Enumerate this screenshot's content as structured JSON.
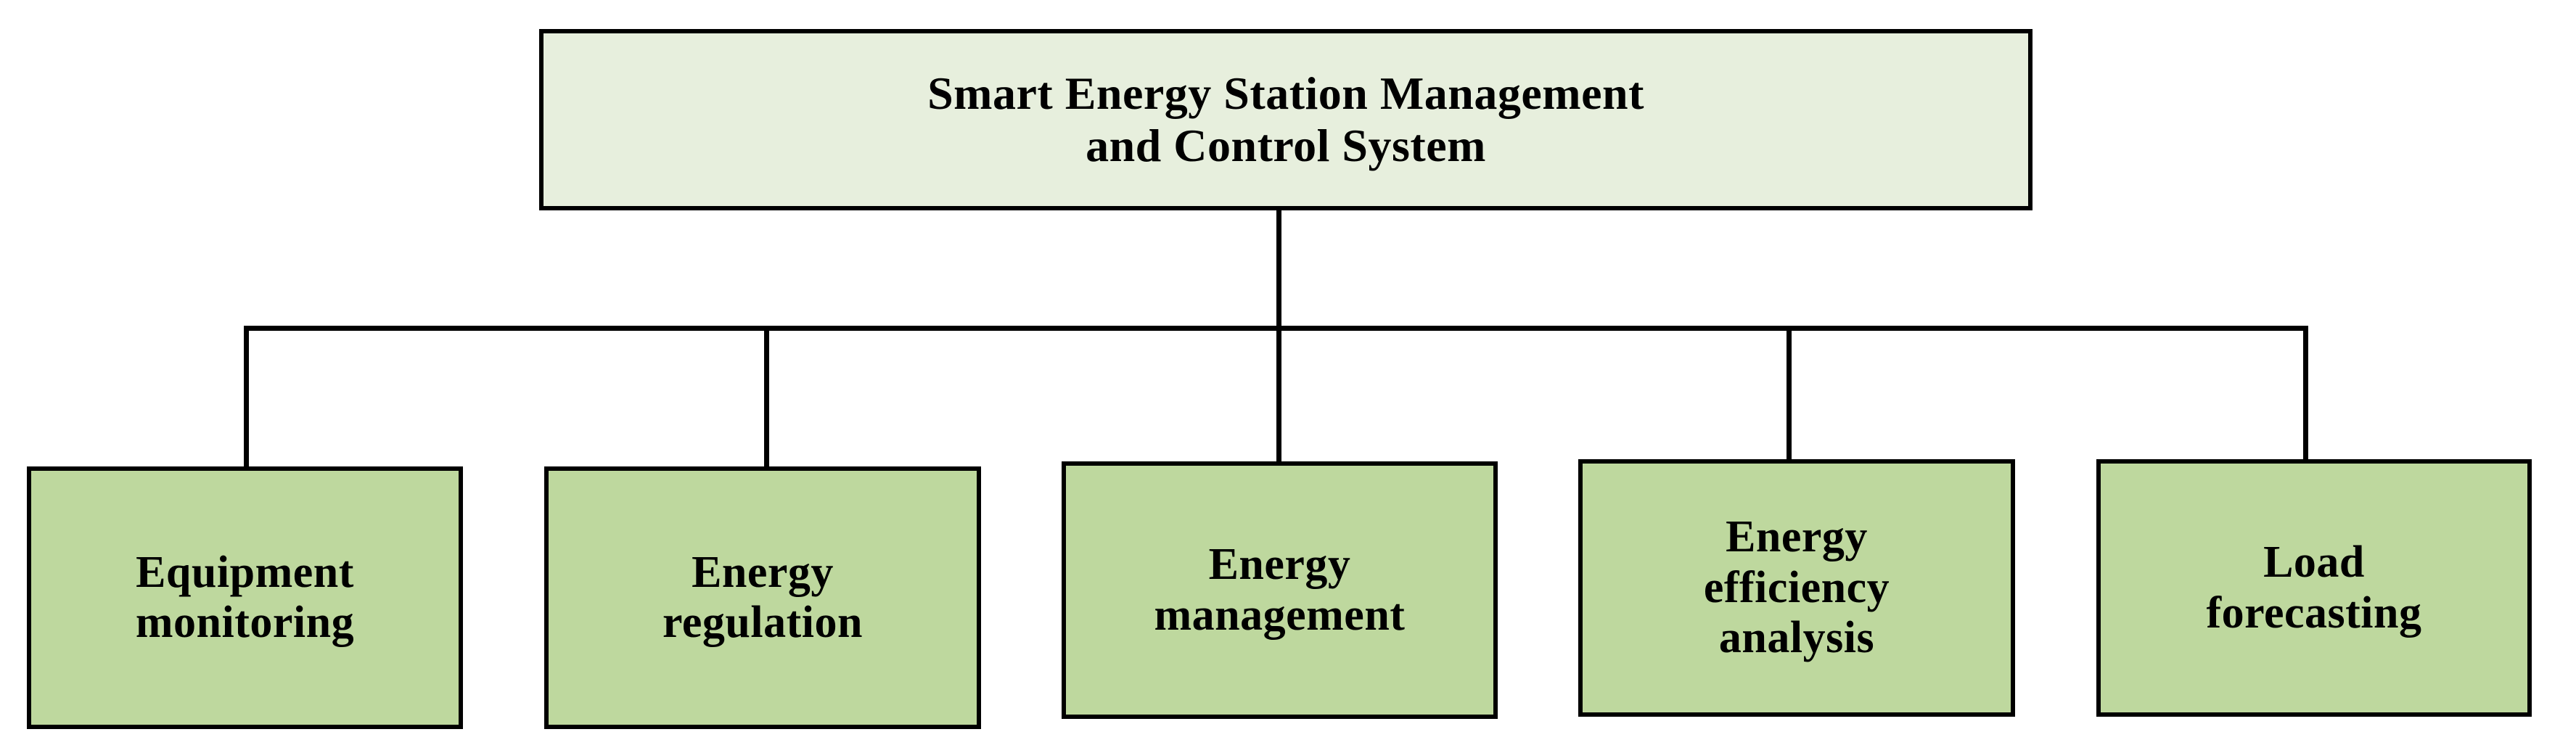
{
  "diagram": {
    "type": "hierarchy-tree",
    "orientation": "top-down",
    "levels": 2,
    "colors": {
      "root_fill": "#e7efdd",
      "leaf_fill": "#bed89e",
      "border": "#000000",
      "connector": "#000000",
      "background": "#ffffff",
      "text": "#000000"
    },
    "root": {
      "id": "smart-energy-station-management-and-control-system",
      "label": "Smart Energy Station Management\nand Control System",
      "line1": "Smart Energy Station Management",
      "line2": "and Control System"
    },
    "children": [
      {
        "id": "equipment-monitoring",
        "label": "Equipment\nmonitoring",
        "line1": "Equipment",
        "line2": "monitoring"
      },
      {
        "id": "energy-regulation",
        "label": "Energy\nregulation",
        "line1": "Energy",
        "line2": "regulation"
      },
      {
        "id": "energy-management",
        "label": "Energy\nmanagement",
        "line1": "Energy",
        "line2": "management"
      },
      {
        "id": "energy-efficiency-analysis",
        "label": "Energy\nefficiency\nanalysis",
        "line1": "Energy",
        "line2": "efficiency",
        "line3": "analysis"
      },
      {
        "id": "load-forecasting",
        "label": "Load\nforecasting",
        "line1": "Load",
        "line2": "forecasting"
      }
    ],
    "edges": [
      {
        "from": "smart-energy-station-management-and-control-system",
        "to": "equipment-monitoring"
      },
      {
        "from": "smart-energy-station-management-and-control-system",
        "to": "energy-regulation"
      },
      {
        "from": "smart-energy-station-management-and-control-system",
        "to": "energy-management"
      },
      {
        "from": "smart-energy-station-management-and-control-system",
        "to": "energy-efficiency-analysis"
      },
      {
        "from": "smart-energy-station-management-and-control-system",
        "to": "load-forecasting"
      }
    ]
  }
}
